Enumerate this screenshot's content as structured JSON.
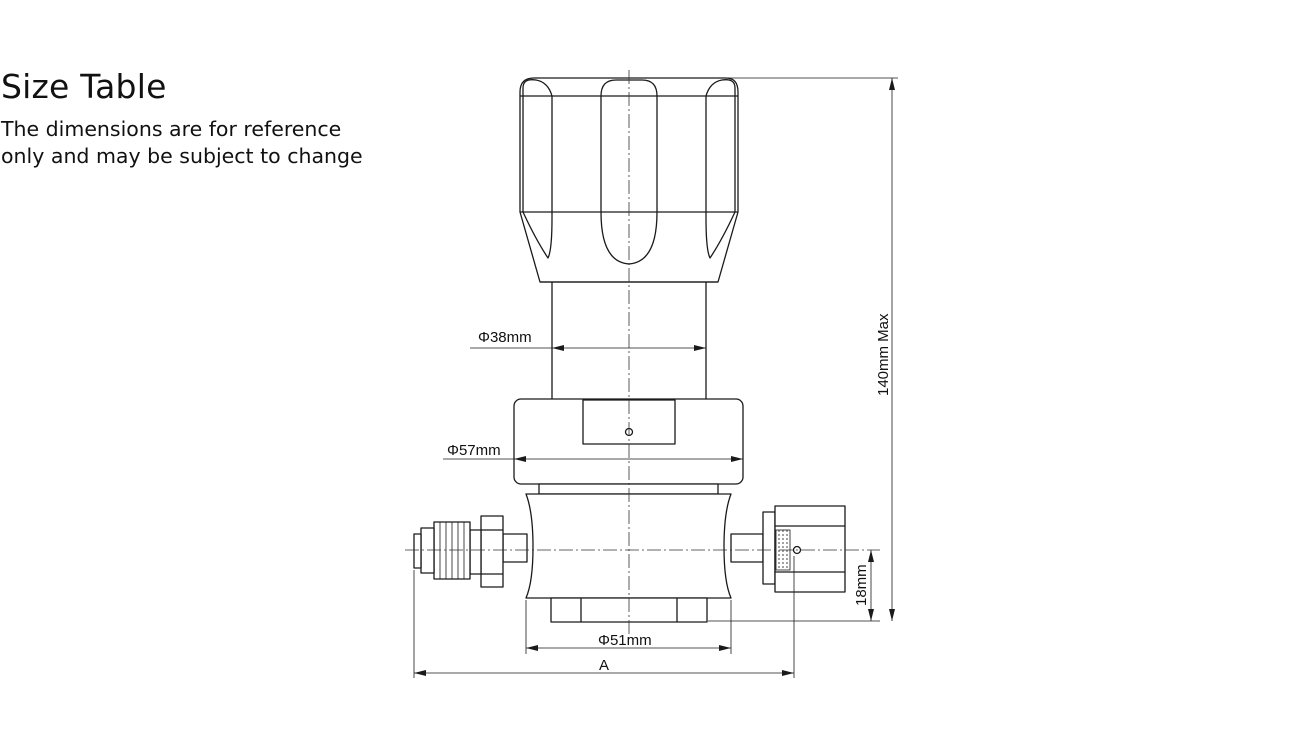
{
  "header": {
    "title": "Size Table",
    "note_line1": "The dimensions are for reference",
    "note_line2": "only and may be subject to change"
  },
  "dimensions": {
    "stem_diameter": "Φ38mm",
    "bonnet_diameter": "Φ57mm",
    "body_diameter": "Φ51mm",
    "overall_length": "A",
    "outlet_height": "18mm",
    "total_height": "140mm Max"
  }
}
